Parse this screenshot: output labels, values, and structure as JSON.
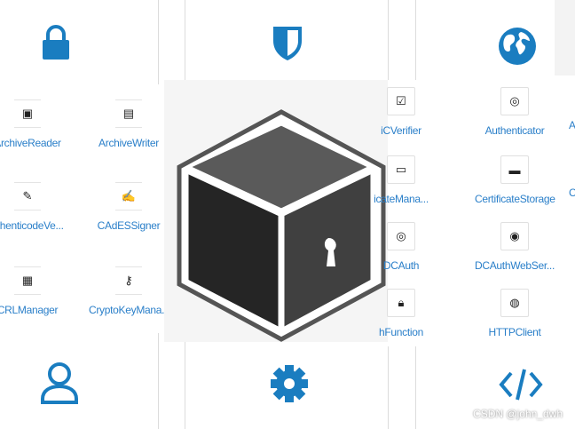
{
  "colors": {
    "accent": "#1a7dc0",
    "cube_dark": "#2b2b2b",
    "cube_mid": "#555555"
  },
  "top_icons": [
    "lock-icon",
    "shield-icon",
    "globe-icon"
  ],
  "bottom_icons": [
    "user-icon",
    "gear-icon",
    "code-icon"
  ],
  "left_grid": [
    {
      "label": "ArchiveReader",
      "icon": "archive-reader-icon"
    },
    {
      "label": "ArchiveWriter",
      "icon": "archive-writer-icon"
    },
    {
      "label": "uthenticodeVe...",
      "icon": "authenticode-icon"
    },
    {
      "label": "CAdESSigner",
      "icon": "signer-icon"
    },
    {
      "label": "CRLManager",
      "icon": "crl-icon"
    },
    {
      "label": "CryptoKeyMana...",
      "icon": "crypto-key-icon"
    }
  ],
  "right_grid": [
    {
      "label": "iCVerifier",
      "icon": "verifier-icon"
    },
    {
      "label": "Authenticator",
      "icon": "authenticator-icon"
    },
    {
      "label": "icateMana...",
      "icon": "certificate-manager-icon"
    },
    {
      "label": "CertificateStorage",
      "icon": "certificate-storage-icon"
    },
    {
      "label": "DCAuth",
      "icon": "dcauth-icon"
    },
    {
      "label": "DCAuthWebSer...",
      "icon": "dcauth-web-icon"
    },
    {
      "label": "hFunction",
      "icon": "hash-function-icon"
    },
    {
      "label": "HTTPClient",
      "icon": "http-client-icon"
    }
  ],
  "right_edge_partial": [
    "A",
    "C"
  ],
  "watermark": "CSDN @john_dwh"
}
